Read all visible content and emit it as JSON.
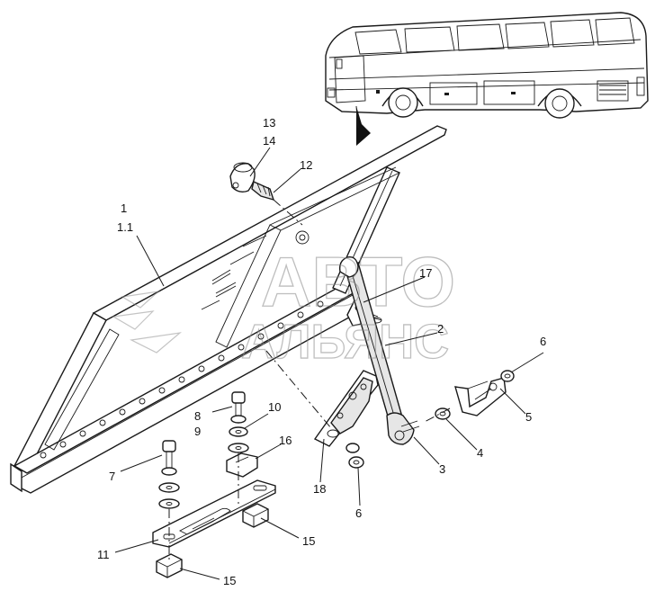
{
  "callouts": [
    {
      "id": "c13",
      "text": "13"
    },
    {
      "id": "c14",
      "text": "14"
    },
    {
      "id": "c12",
      "text": "12"
    },
    {
      "id": "c1",
      "text": "1"
    },
    {
      "id": "c11a",
      "text": "1.1"
    },
    {
      "id": "c17",
      "text": "17"
    },
    {
      "id": "c2",
      "text": "2"
    },
    {
      "id": "c6a",
      "text": "6"
    },
    {
      "id": "c5",
      "text": "5"
    },
    {
      "id": "c8",
      "text": "8"
    },
    {
      "id": "c9",
      "text": "9"
    },
    {
      "id": "c10",
      "text": "10"
    },
    {
      "id": "c16",
      "text": "16"
    },
    {
      "id": "c4",
      "text": "4"
    },
    {
      "id": "c7",
      "text": "7"
    },
    {
      "id": "c3",
      "text": "3"
    },
    {
      "id": "c18",
      "text": "18"
    },
    {
      "id": "c6b",
      "text": "6"
    },
    {
      "id": "c15a",
      "text": "15"
    },
    {
      "id": "c11",
      "text": "11"
    },
    {
      "id": "c15b",
      "text": "15"
    }
  ],
  "watermark": {
    "line1": "АВТО",
    "line2": "АЛЬЯНС"
  },
  "colors": {
    "line": "#1a1a1a",
    "fill": "#e6e6e6",
    "watermark": "#8a8a8a"
  }
}
